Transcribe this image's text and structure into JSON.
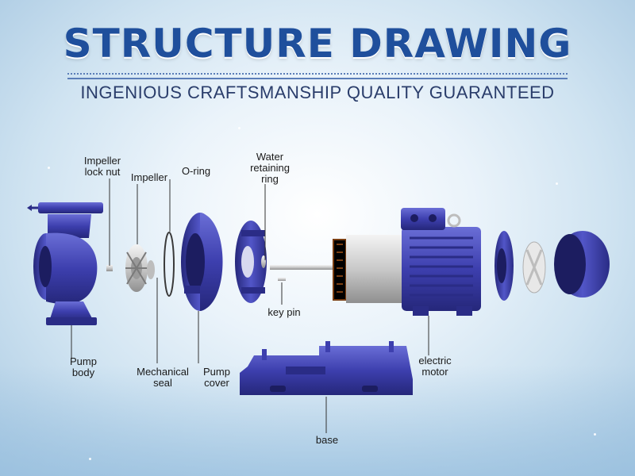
{
  "header": {
    "title": "STRUCTURE DRAWING",
    "subtitle": "INGENIOUS CRAFTSMANSHIP QUALITY GUARANTEED"
  },
  "labels": {
    "impeller_lock_nut": "Impeller\nlock nut",
    "impeller": "Impeller",
    "o_ring": "O-ring",
    "water_retaining_ring": "Water\nretaining\nring",
    "key_pin": "key pin",
    "pump_body": "Pump\nbody",
    "mechanical_seal": "Mechanical\nseal",
    "pump_cover": "Pump\ncover",
    "electric_motor": "electric\nmotor",
    "base": "base"
  },
  "colors": {
    "title": "#1f4f9c",
    "pump_blue": "#3d3fae",
    "pump_dark": "#25277a",
    "copper": "#b86a2a"
  }
}
